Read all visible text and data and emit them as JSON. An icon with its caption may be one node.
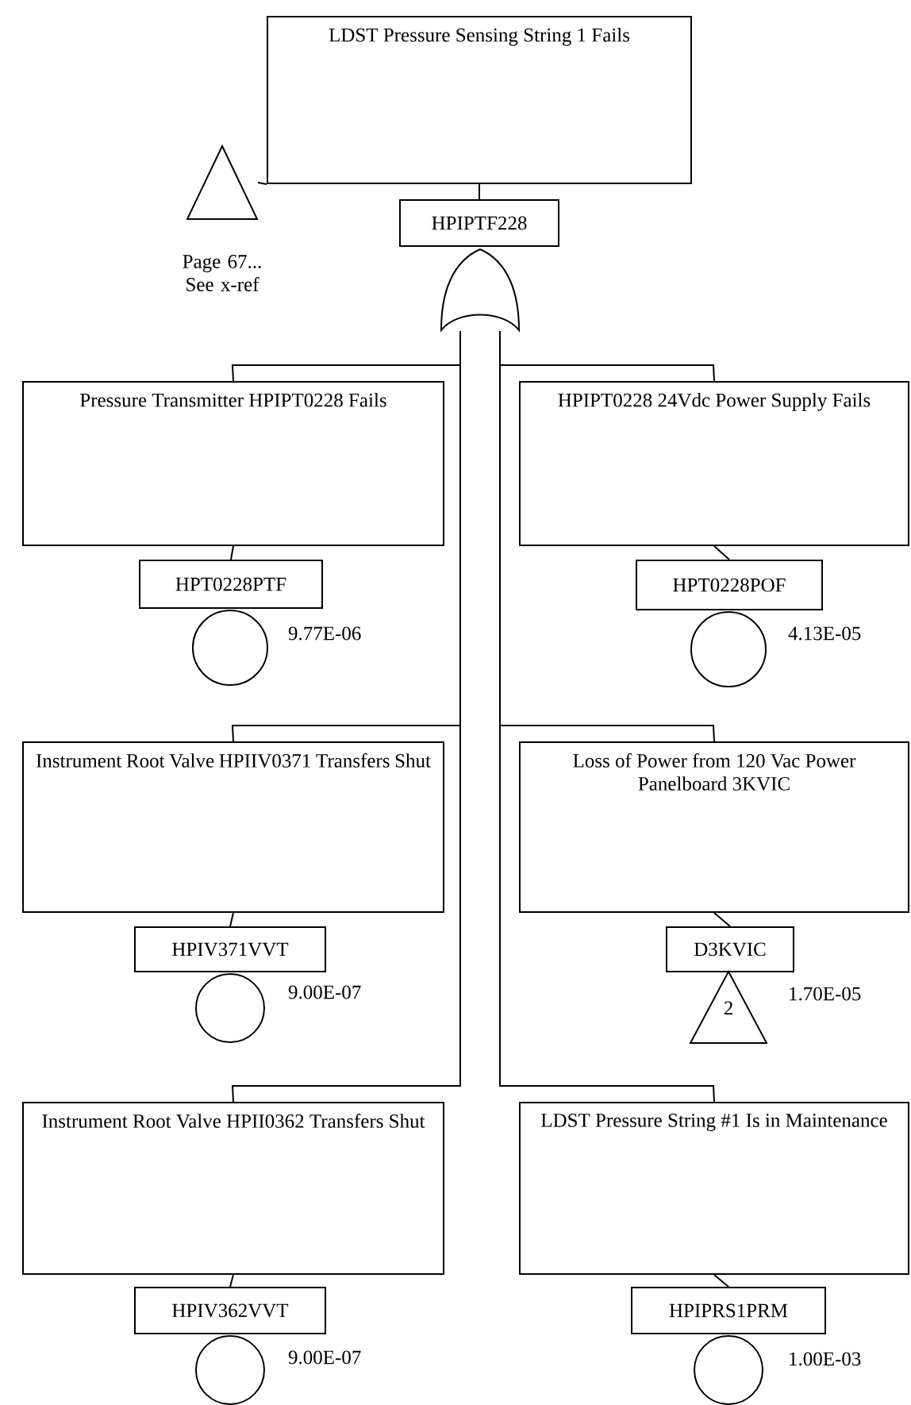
{
  "diagram": {
    "nodes": [
      {
        "text": [
          "LDST Pressure Sensing String 1 Fails"
        ]
      },
      {
        "text": [],
        "shape": "triangle",
        "beside": [
          "Page 67... See x-ref"
        ]
      },
      {
        "text": [
          "HPIPTF228"
        ]
      },
      {
        "text": [],
        "shape": "gate"
      },
      {
        "text": [
          "Pressure Transmitter HPIPT0228 Fails"
        ]
      },
      {
        "text": [
          "HPIPT0228 24Vdc Power Supply Fails"
        ]
      },
      {
        "text": [
          "HPT0228PTF"
        ]
      },
      {
        "text": [],
        "shape": "circle",
        "beside": [
          "9.77E-06"
        ]
      },
      {
        "text": [
          "HPT0228POF"
        ]
      },
      {
        "text": [],
        "shape": "circle",
        "beside": [
          "4.13E-05"
        ]
      },
      {
        "text": [
          "Instrument Root Valve HPIIV0371 Transfers Shut"
        ]
      },
      {
        "text": [
          "Loss of Power from 120 Vac Power Panelboard 3KVIC"
        ]
      },
      {
        "text": [
          "HPIV371VVT"
        ]
      },
      {
        "text": [],
        "shape": "circle",
        "beside": [
          "9.00E-07"
        ]
      },
      {
        "text": [
          "D3KVIC"
        ]
      },
      {
        "text": [
          "2"
        ],
        "beside": [
          "1.70E-05"
        ]
      },
      {
        "text": [
          "Instrument Root Valve HPII0362 Transfers Shut"
        ]
      },
      {
        "text": [
          "LDST Pressure String #1 Is in Maintenance"
        ]
      },
      {
        "text": [
          "HPIV362VVT"
        ]
      },
      {
        "text": [],
        "shape": "circle",
        "beside": [
          "9.00E-07"
        ]
      },
      {
        "text": [
          "HPIPRS1PRM"
        ]
      },
      {
        "text": [],
        "shape": "circle",
        "beside": [
          "1.00E-03"
        ]
      }
    ],
    "edges": [
      {
        "from": 1,
        "to": 0,
        "arrow": "none"
      },
      {
        "from": 0,
        "to": 2,
        "arrow": "none"
      },
      {
        "from": 3,
        "to": 4,
        "arrow": "none"
      },
      {
        "from": 3,
        "to": 5,
        "arrow": "none"
      },
      {
        "from": 3,
        "to": 10,
        "arrow": "none"
      },
      {
        "from": 3,
        "to": 11,
        "arrow": "none"
      },
      {
        "from": 3,
        "to": 16,
        "arrow": "none"
      },
      {
        "from": 3,
        "to": 17,
        "arrow": "none"
      },
      {
        "from": 4,
        "to": 6,
        "arrow": "none"
      },
      {
        "from": 5,
        "to": 8,
        "arrow": "none"
      },
      {
        "from": 10,
        "to": 12,
        "arrow": "none"
      },
      {
        "from": 11,
        "to": 14,
        "arrow": "none"
      },
      {
        "from": 16,
        "to": 18,
        "arrow": "none"
      },
      {
        "from": 17,
        "to": 20,
        "arrow": "none"
      }
    ]
  }
}
